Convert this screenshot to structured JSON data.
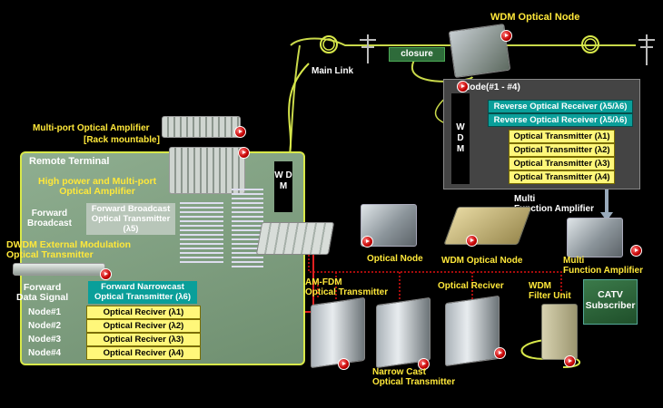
{
  "labels": {
    "wdm_optical_node_top": "WDM Optical Node",
    "closure": "closure",
    "main_link": "Main Link",
    "node_group": "Node(#1 - #4)",
    "multiport_amp": "Multi-port Optical Amplifier",
    "rack_mountable": "[Rack mountable]",
    "remote_terminal": "Remote Terminal",
    "high_power_amp_line1": "High power and Multi-port",
    "high_power_amp_line2": "Optical Amplifier",
    "forward_broadcast_line1": "Forward",
    "forward_broadcast_line2": "Broadcast",
    "fb_tx_line1": "Forward Broadcast",
    "fb_tx_line2": "Optical Transmitter",
    "fb_tx_line3": "(λ5)",
    "dwdm_line1": "DWDM External Modulation",
    "dwdm_line2": "Optical Transmitter",
    "forward_data_line1": "Forward",
    "forward_data_line2": "Data Signal",
    "fn_tx_line1": "Forward Narrowcast",
    "fn_tx_line2": "Optical Transmitter (λ6)",
    "wdm_vertical": "W D M",
    "multi_function_amp_line1": "Multi",
    "multi_function_amp_line2": "Function Amplifier",
    "optical_node": "Optical Node",
    "wdm_optical_node": "WDM Optical Node",
    "mfa_bottom_line1": "Multi",
    "mfa_bottom_line2": "Function Amplifier",
    "catv_line1": "CATV",
    "catv_line2": "Subscriber",
    "amfdm_line1": "AM-FDM",
    "amfdm_line2": "Optical Transmitter",
    "optical_reciver": "Optical Reciver",
    "wdm_filter_line1": "WDM",
    "wdm_filter_line2": "Filter Unit",
    "narrow_cast_line1": "Narrow Cast",
    "narrow_cast_line2": "Optical Transmitter"
  },
  "node_modules": [
    {
      "label": "Reverse Optical Receiver (λ5/λ6)",
      "style": "teal"
    },
    {
      "label": "Reverse Optical Receiver (λ5/λ6)",
      "style": "teal"
    },
    {
      "label": "Optical Transmitter (λ1)",
      "style": "yellow"
    },
    {
      "label": "Optical Transmitter (λ2)",
      "style": "yellow"
    },
    {
      "label": "Optical Transmitter (λ3)",
      "style": "yellow"
    },
    {
      "label": "Optical Transmitter (λ4)",
      "style": "yellow"
    }
  ],
  "receivers": [
    {
      "node": "Node#1",
      "label": "Optical Reciver (λ1)"
    },
    {
      "node": "Node#2",
      "label": "Optical Reciver (λ2)"
    },
    {
      "node": "Node#3",
      "label": "Optical Reciver (λ3)"
    },
    {
      "node": "Node#4",
      "label": "Optical Reciver (λ4)"
    }
  ],
  "colors": {
    "remote_terminal_bg": "#7e9e7f",
    "fiber_yellow": "#d8e84a",
    "red_link": "#e01010",
    "teal": "#0a9f9a",
    "label_yellow": "#ffe83a"
  },
  "icons": [
    "play-button-icon",
    "fiber-coil-icon",
    "utility-pole-icon"
  ]
}
